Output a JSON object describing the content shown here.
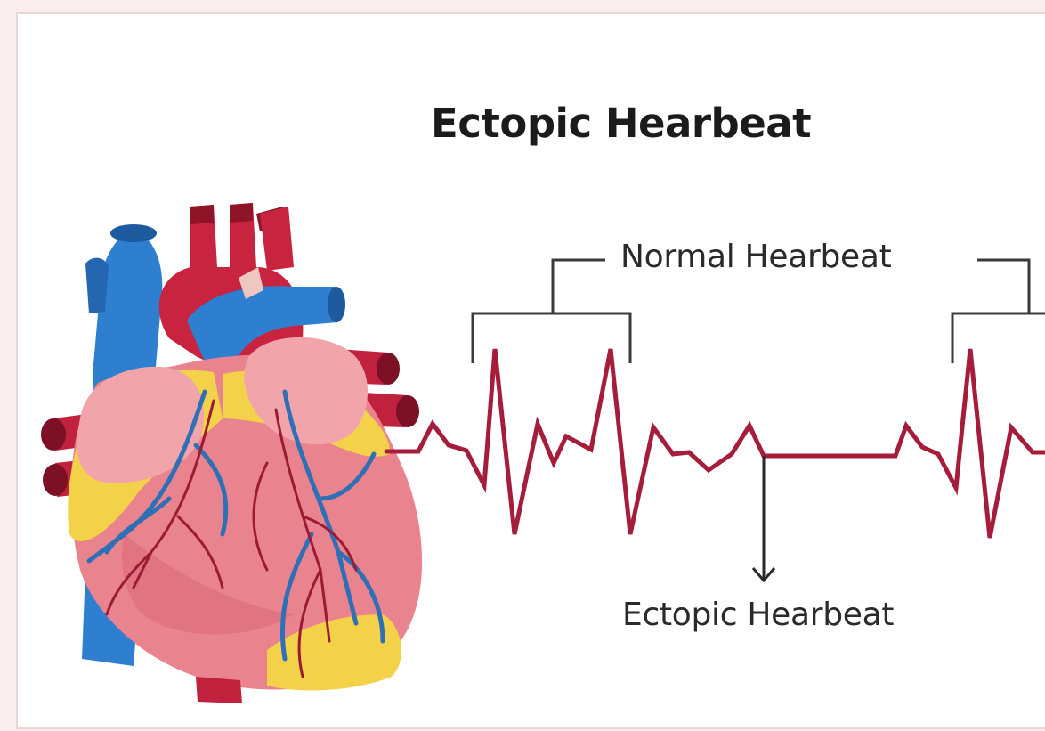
{
  "diagram": {
    "title": "Ectopic Hearbeat",
    "labels": {
      "normal": "Normal Hearbeat",
      "ectopic": "Ectopic Hearbeat"
    },
    "colors": {
      "background": "#fbeeee",
      "panel": "#ffffff",
      "ecg_trace": "#a51d3a",
      "bracket": "#3a3a3a",
      "heart_muscle": "#e9838e",
      "heart_fat": "#f3d24a",
      "vessel_red": "#c8233f",
      "vessel_blue": "#2f7fd0"
    },
    "illustration": "human-heart-illustration"
  }
}
